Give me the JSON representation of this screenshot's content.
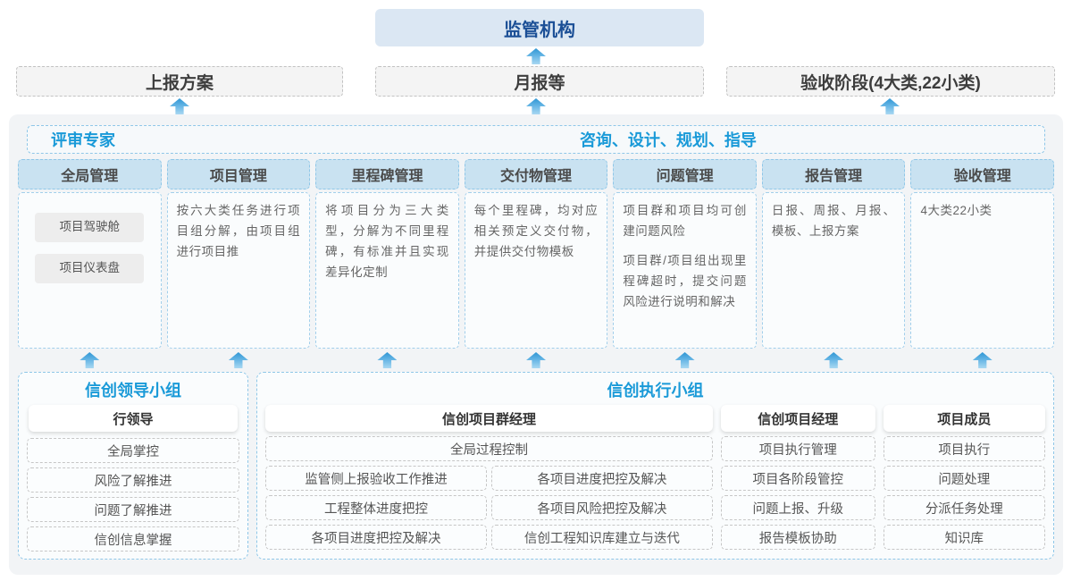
{
  "top": {
    "regulator": "监管机构",
    "boxes": [
      "上报方案",
      "月报等",
      "验收阶段(4大类,22小类)"
    ]
  },
  "band": {
    "left_title": "评审专家",
    "right_title": "咨询、设计、规划、指导"
  },
  "columns": [
    {
      "header": "全局管理",
      "pills": [
        "项目驾驶舱",
        "项目仪表盘"
      ]
    },
    {
      "header": "项目管理",
      "paragraphs": [
        "按六大类任务进行项目组分解，由项目组进行项目推"
      ]
    },
    {
      "header": "里程碑管理",
      "paragraphs": [
        "将项目分为三大类型，分解为不同里程碑，有标准并且实现差异化定制"
      ]
    },
    {
      "header": "交付物管理",
      "paragraphs": [
        "每个里程碑，均对应相关预定义交付物，并提供交付物模板"
      ]
    },
    {
      "header": "问题管理",
      "paragraphs": [
        "项目群和项目均可创建问题风险",
        "项目群/项目组出现里程碑超时，提交问题风险进行说明和解决"
      ]
    },
    {
      "header": "报告管理",
      "paragraphs": [
        "日报、周报、月报、模板、上报方案"
      ]
    },
    {
      "header": "验收管理",
      "paragraphs": [
        "4大类22小类"
      ]
    }
  ],
  "groups": {
    "leader": {
      "title": "信创领导小组",
      "role": "行领导",
      "items": [
        "全局掌控",
        "风险了解推进",
        "问题了解推进",
        "信创信息掌握"
      ]
    },
    "exec": {
      "title": "信创执行小组",
      "pgm": {
        "role": "信创项目群经理",
        "full_item": "全局过程控制",
        "grid": [
          "监管侧上报验收工作推进",
          "各项目进度把控及解决",
          "工程整体进度把控",
          "各项目风险把控及解决",
          "各项目进度把控及解决",
          "信创工程知识库建立与迭代"
        ]
      },
      "pm": {
        "role": "信创项目经理",
        "items": [
          "项目执行管理",
          "项目各阶段管控",
          "问题上报、升级",
          "报告模板协助"
        ]
      },
      "member": {
        "role": "项目成员",
        "items": [
          "项目执行",
          "问题处理",
          "分派任务处理",
          "知识库"
        ]
      }
    }
  },
  "colors": {
    "accent_blue": "#1a9ad8",
    "navy": "#1b4f96",
    "arrow_blue": "#4ba3dc",
    "dashed_blue": "#8fc7e8",
    "column_header_bg": "#c9e2f1",
    "regulator_bg": "#dbe7f3",
    "container_bg": "#f2f4f6"
  }
}
